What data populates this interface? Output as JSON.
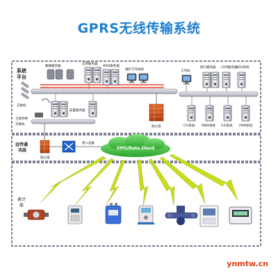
{
  "title": "GPRS无线传输系统",
  "sections": {
    "system_platform": "系统\n平台",
    "remote_comm": "远传通\n讯层",
    "meter_layer": "表计层"
  },
  "devices": {
    "data_server": "数据服务器",
    "app_server": "应用服务器",
    "web_server": "WEB服务器",
    "maint_workstation": "维护工作站组",
    "workstation": "工作站",
    "interface_server": "接口服务器",
    "crm_server": "CRM服务器",
    "ada_system": "ADA系统",
    "switch": "交换机",
    "front_server": "前置服务器",
    "satellite_clock": "卫星时钟",
    "firewall_top": "防火墙",
    "cis_system": "CIS系统",
    "mnm_system": "MNM系统",
    "gis_system": "GIS系统",
    "pmm_system": "PMM系统",
    "firewall_bottom": "防火墙",
    "access_device": "接入设备",
    "cloud": "GMS/Data Cloud"
  },
  "watermark": "ynmtw.cn",
  "colors": {
    "title": "#1f7fd0",
    "bus": "#e8402a",
    "lightning": "#c8dc1e",
    "cloud": "#3cbc3c",
    "dashed_border": "#2a3350",
    "switch_box": "#1e5ec8"
  }
}
